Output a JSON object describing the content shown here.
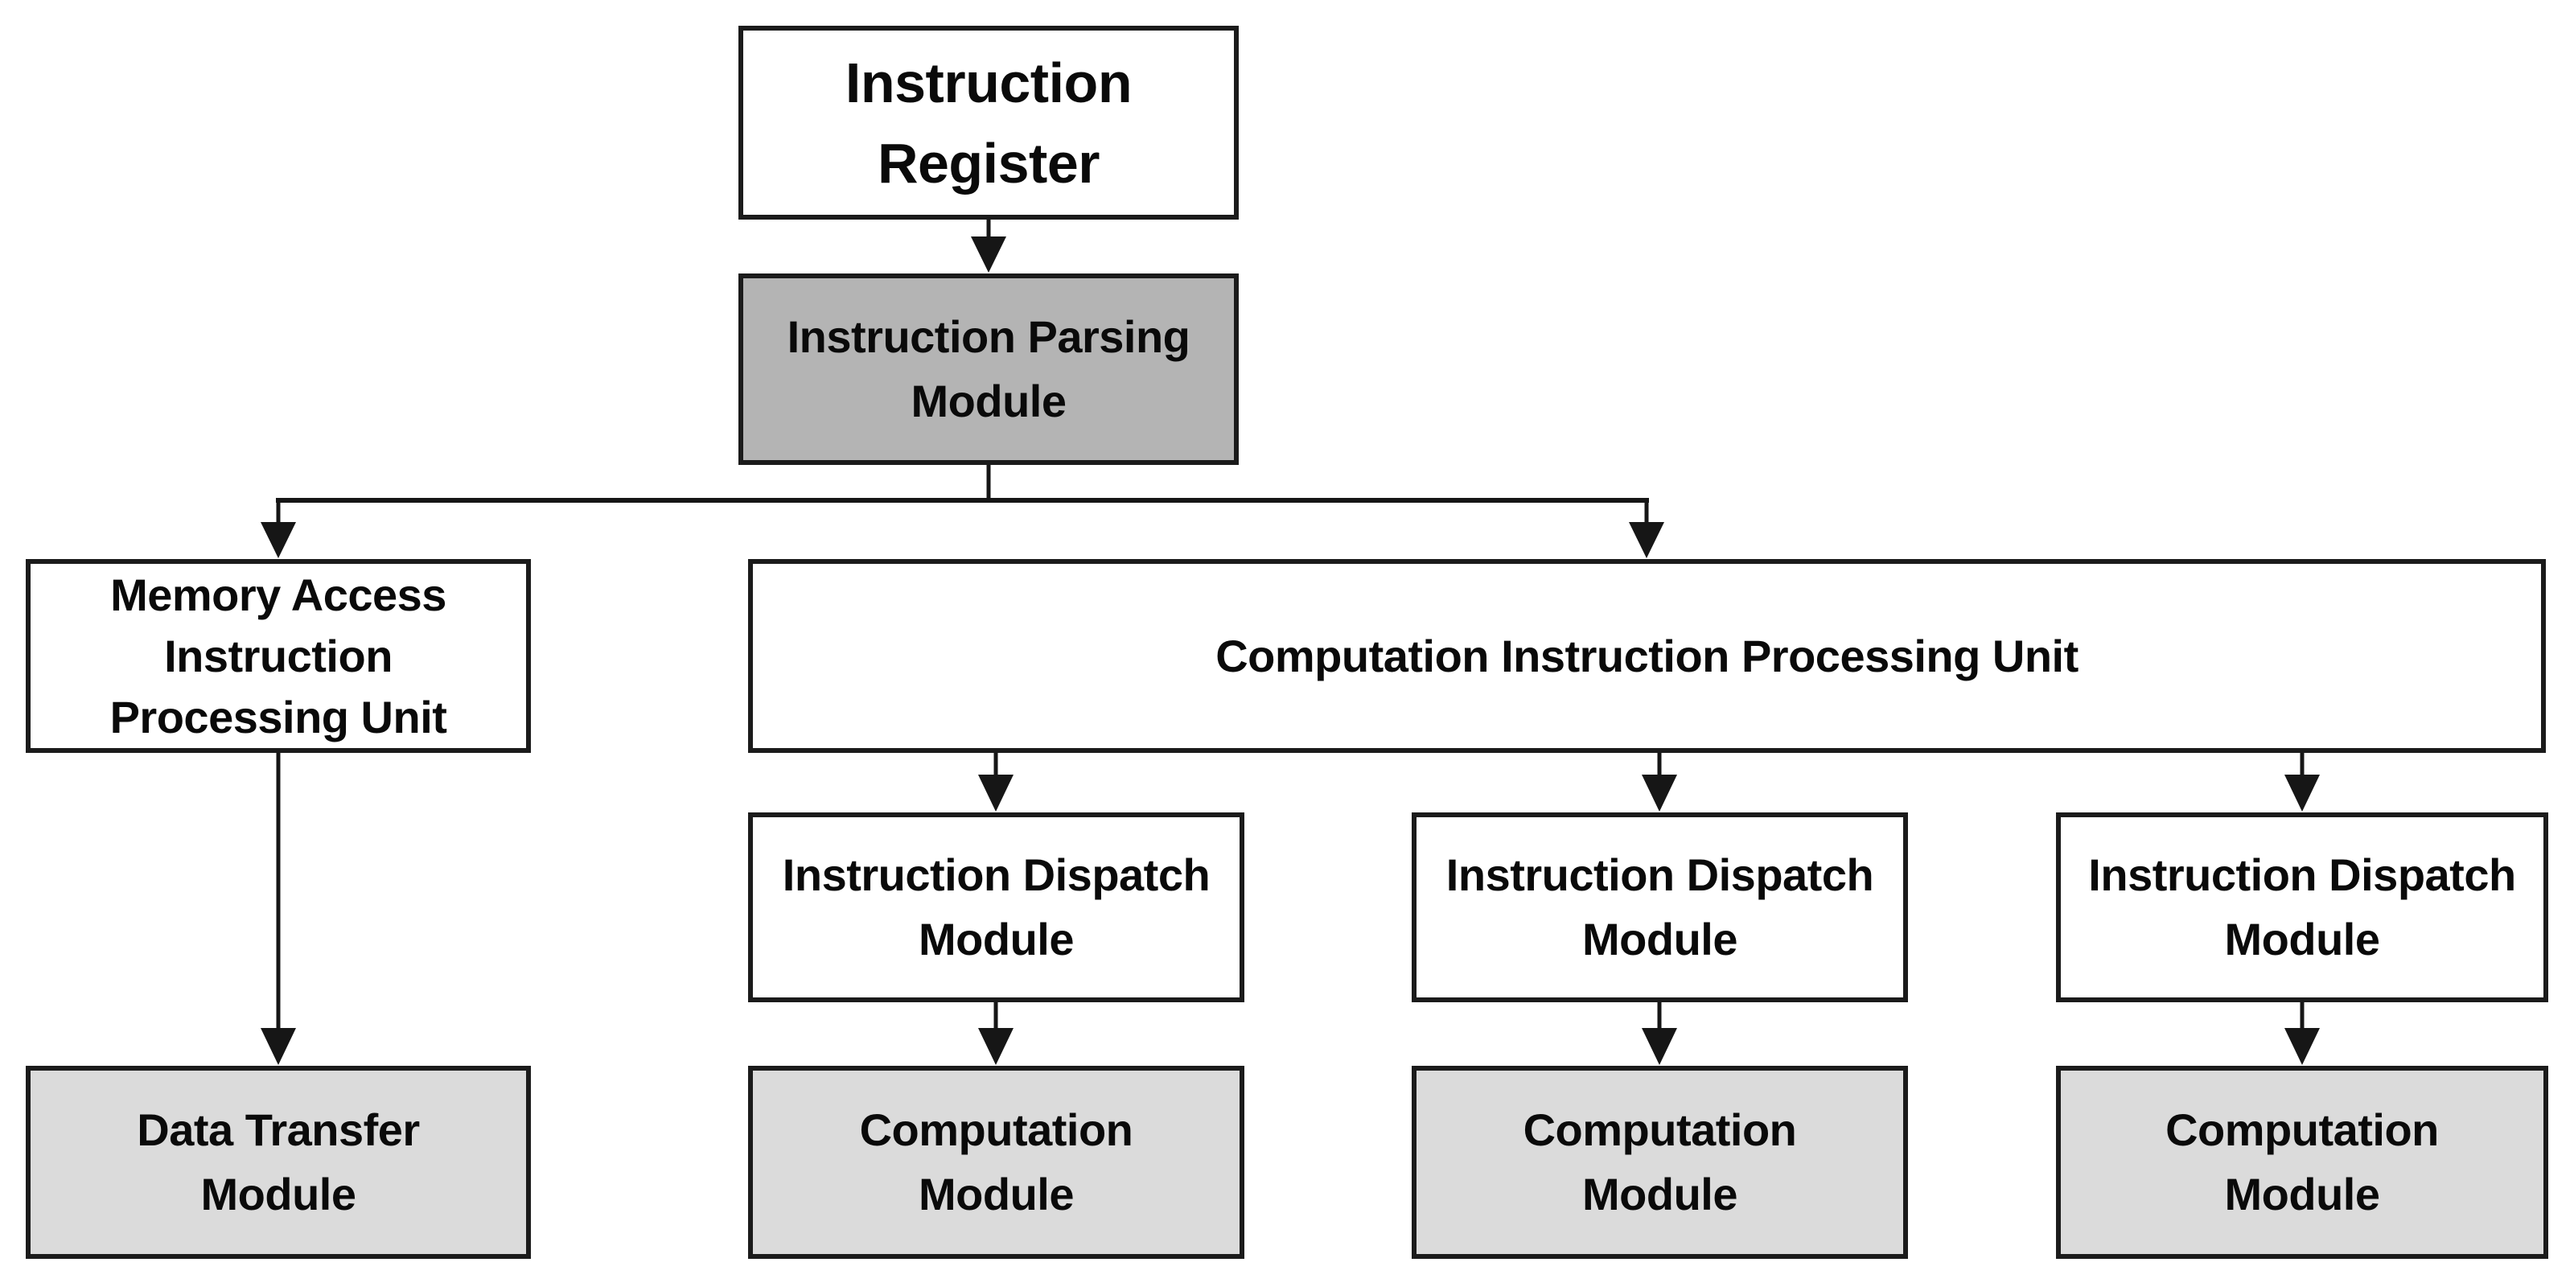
{
  "diagram": {
    "type": "flowchart",
    "background": "#ffffff",
    "colors": {
      "node_border": "#1b1b1b",
      "connector": "#161616",
      "text": "#0a0a0a",
      "fill_white": "#ffffff",
      "fill_gray_medium": "#b4b4b4",
      "fill_gray_light": "#dbdbdb"
    },
    "nodes": {
      "instruction_register": {
        "label": "Instruction Register",
        "lines": [
          "Instruction",
          "Register"
        ],
        "fill": "#ffffff"
      },
      "instruction_parsing_module": {
        "label": "Instruction Parsing Module",
        "lines": [
          "Instruction Parsing",
          "Module"
        ],
        "fill": "#b4b4b4"
      },
      "memory_access_instruction_processing_unit": {
        "label": "Memory Access Instruction Processing Unit",
        "lines": [
          "Memory Access",
          "Instruction",
          "Processing Unit"
        ],
        "fill": "#ffffff"
      },
      "computation_instruction_processing_unit": {
        "label": "Computation Instruction Processing Unit",
        "lines": [
          "Computation Instruction Processing Unit"
        ],
        "fill": "#ffffff"
      },
      "instruction_dispatch_module_1": {
        "label": "Instruction Dispatch Module",
        "lines": [
          "Instruction Dispatch",
          "Module"
        ],
        "fill": "#ffffff"
      },
      "instruction_dispatch_module_2": {
        "label": "Instruction Dispatch Module",
        "lines": [
          "Instruction Dispatch",
          "Module"
        ],
        "fill": "#ffffff"
      },
      "instruction_dispatch_module_3": {
        "label": "Instruction Dispatch Module",
        "lines": [
          "Instruction Dispatch",
          "Module"
        ],
        "fill": "#ffffff"
      },
      "data_transfer_module": {
        "label": "Data Transfer Module",
        "lines": [
          "Data Transfer",
          "Module"
        ],
        "fill": "#dbdbdb"
      },
      "computation_module_1": {
        "label": "Computation Module",
        "lines": [
          "Computation",
          "Module"
        ],
        "fill": "#dbdbdb"
      },
      "computation_module_2": {
        "label": "Computation Module",
        "lines": [
          "Computation",
          "Module"
        ],
        "fill": "#dbdbdb"
      },
      "computation_module_3": {
        "label": "Computation Module",
        "lines": [
          "Computation",
          "Module"
        ],
        "fill": "#dbdbdb"
      }
    },
    "edges": [
      {
        "from": "instruction_register",
        "to": "instruction_parsing_module"
      },
      {
        "from": "instruction_parsing_module",
        "to": "memory_access_instruction_processing_unit"
      },
      {
        "from": "instruction_parsing_module",
        "to": "computation_instruction_processing_unit"
      },
      {
        "from": "computation_instruction_processing_unit",
        "to": "instruction_dispatch_module_1"
      },
      {
        "from": "computation_instruction_processing_unit",
        "to": "instruction_dispatch_module_2"
      },
      {
        "from": "computation_instruction_processing_unit",
        "to": "instruction_dispatch_module_3"
      },
      {
        "from": "memory_access_instruction_processing_unit",
        "to": "data_transfer_module"
      },
      {
        "from": "instruction_dispatch_module_1",
        "to": "computation_module_1"
      },
      {
        "from": "instruction_dispatch_module_2",
        "to": "computation_module_2"
      },
      {
        "from": "instruction_dispatch_module_3",
        "to": "computation_module_3"
      }
    ]
  }
}
